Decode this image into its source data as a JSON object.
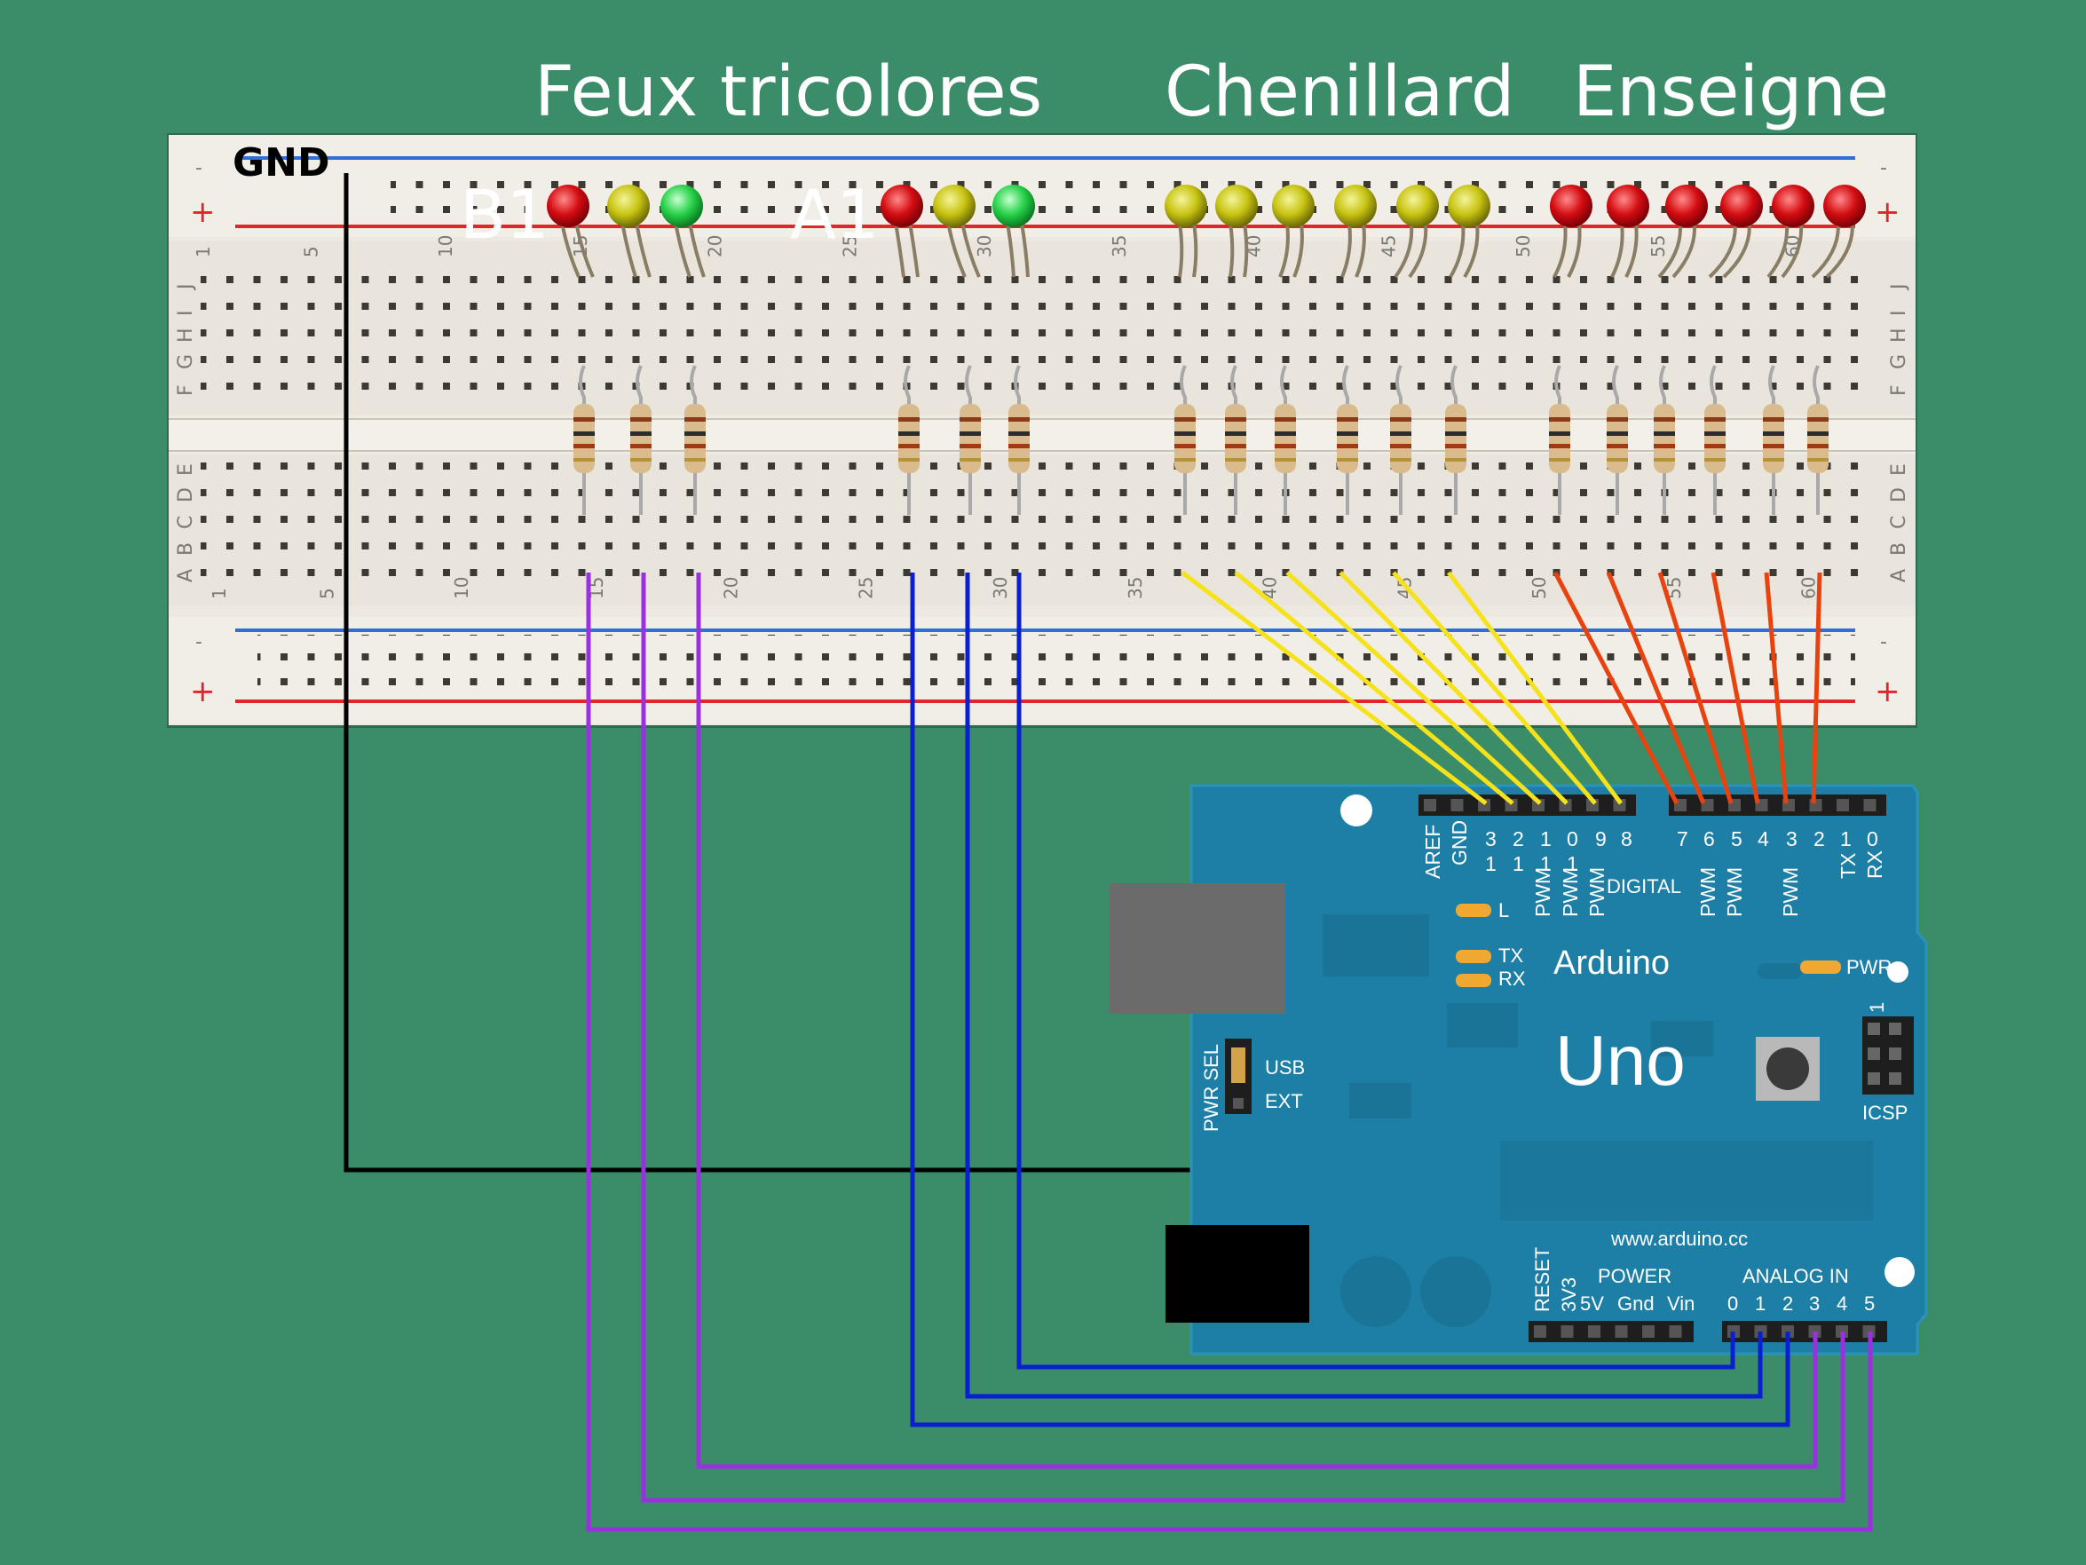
{
  "sections": {
    "traffic_lights": "Feux tricolores",
    "chaser": "Chenillard",
    "sign": "Enseigne"
  },
  "markers": {
    "b1": "B1",
    "a1": "A1",
    "gnd": "GND"
  },
  "breadboard": {
    "column_numbers": [
      "1",
      "5",
      "10",
      "15",
      "20",
      "25",
      "30",
      "35",
      "40",
      "45",
      "50",
      "55",
      "60"
    ],
    "rows_top": [
      "J",
      "I",
      "H",
      "G",
      "F"
    ],
    "rows_bottom": [
      "E",
      "D",
      "C",
      "B",
      "A"
    ],
    "rail_plus": "+",
    "rail_minus": "-"
  },
  "arduino": {
    "brand": "Arduino",
    "model": "Uno",
    "website": "www.arduino.cc",
    "digital_label": "DIGITAL",
    "power_label": "POWER",
    "analog_label": "ANALOG IN",
    "icsp": "ICSP",
    "pwr_sel": "PWR SEL",
    "usb": "USB",
    "ext": "EXT",
    "led_l": "L",
    "led_tx": "TX",
    "led_rx": "RX",
    "pwr": "PWR",
    "pwm": "PWM",
    "aref": "AREF",
    "gnd": "GND",
    "digital_pins_top": [
      "3",
      "2",
      "1",
      "0",
      "9",
      "8",
      "7",
      "6",
      "5",
      "4",
      "3",
      "2",
      "1",
      "0"
    ],
    "digital_pins_bottom": [
      "1",
      "1",
      "1",
      "1"
    ],
    "tx_rx": [
      "TX",
      "RX"
    ],
    "power_pins": [
      "RESET",
      "3V3",
      "5V",
      "Gnd",
      "Vin"
    ],
    "analog_pins": [
      "0",
      "1",
      "2",
      "3",
      "4",
      "5"
    ],
    "icsp_pin": "1"
  },
  "colors": {
    "background": "#3b8d69",
    "wire_gnd": "#000000",
    "wire_analog_purple": "#9b30e0",
    "wire_analog_blue": "#0a1fd0",
    "wire_chaser": "#f5e21a",
    "wire_sign": "#e8420f",
    "board": "#1d7fa5"
  }
}
